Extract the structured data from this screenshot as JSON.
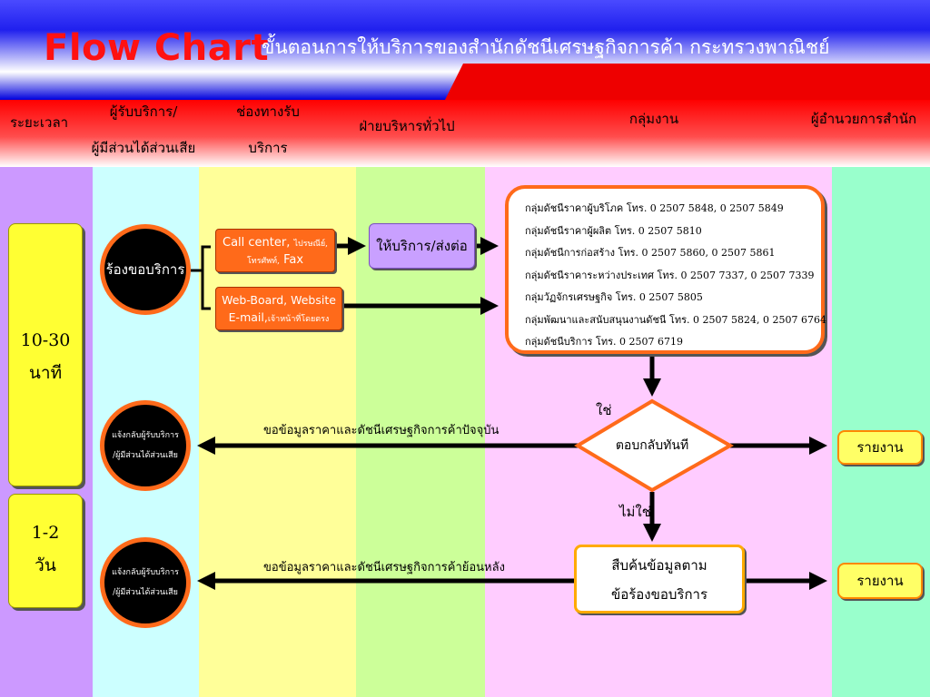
{
  "header": {
    "logo": "Flow Chart",
    "subtitle": "ขั้นตอนการให้บริการของสำนักดัชนีเศรษฐกิจการค้า กระทรวงพาณิชย์"
  },
  "columns": {
    "time": "ระยะเวลา",
    "client_1": "ผู้รับบริการ/",
    "client_2": "ผู้มีส่วนได้ส่วนเสีย",
    "channel_1": "ช่องทางรับ",
    "channel_2": "บริการ",
    "admin": "ฝ่ายบริหารทั่วไป",
    "groups": "กลุ่มงาน",
    "director": "ผู้อำนวยการสำนัก"
  },
  "timing": [
    {
      "value": "10-30",
      "unit": "นาที"
    },
    {
      "value": "1-2",
      "unit": "วัน"
    }
  ],
  "request": "ร้องขอบริการ",
  "notify_1": "แจ้งกลับผู้รับบริการ",
  "notify_2": "/ผู้มีส่วนได้ส่วนเสีย",
  "channels": {
    "call_line1_a": "Call center, ",
    "call_line1_b": "ไปรษณีย์,",
    "call_line2_a": "โทรศัพท์,",
    "call_line2_b": " Fax",
    "web_line1": "Web-Board, Website",
    "web_line2_a": "E-mail,",
    "web_line2_b": "เจ้าหน้าที่โดยตรง"
  },
  "admin_action": "ให้บริการ/ส่งต่อ",
  "groups": [
    "กลุ่มดัชนีราคาผู้บริโภค   โทร. 0 2507 5848, 0 2507 5849",
    "กลุ่มดัชนีราคาผู้ผลิต    โทร. 0 2507 5810",
    "กลุ่มดัชนีการก่อสร้าง   โทร. 0 2507 5860, 0 2507 5861",
    "กลุ่มดัชนีราคาระหว่างประเทศ    โทร. 0 2507 7337, 0 2507 7339",
    "กลุ่มวัฏจักรเศรษฐกิจ    โทร. 0 2507 5805",
    "กลุ่มพัฒนาและสนับสนุนงานดัชนี  โทร. 0 2507 5824, 0 2507 6764",
    "กลุ่มดัชนีบริการ          โทร. 0 2507 6719"
  ],
  "decision": {
    "label": "ตอบกลับทันที",
    "yes": "ใช่",
    "no": "ไม่ใช่"
  },
  "research_1": "สืบค้นข้อมูลตาม",
  "research_2": "ข้อร้องขอบริการ",
  "flow_current": "ขอข้อมูลราคาและดัชนีเศรษฐกิจการค้าปัจจุบัน",
  "flow_past": "ขอข้อมูลราคาและดัชนีเศรษฐกิจการค้าย้อนหลัง",
  "report": "รายงาน",
  "colors": {
    "header_red": "#ee0000",
    "orange": "#ff6a1a",
    "lane_time": "#cc99ff",
    "lane_client": "#ccffff",
    "lane_channel": "#ffff99",
    "lane_admin": "#ccff99",
    "lane_groups": "#ffccff",
    "lane_director": "#99ffcc"
  }
}
